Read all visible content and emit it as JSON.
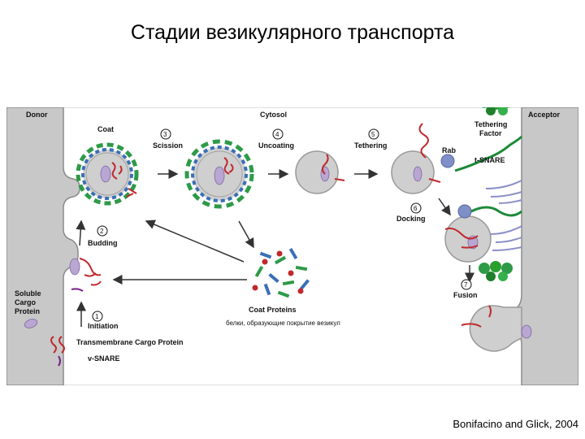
{
  "title": "Стадии везикулярного транспорта",
  "citation": "Bonifacino and Glick, 2004",
  "diagram": {
    "compartments": {
      "donor": "Donor",
      "cytosol": "Cytosol",
      "acceptor": "Acceptor"
    },
    "stages": [
      {
        "number": "1",
        "label": "Initiation"
      },
      {
        "number": "2",
        "label": "Budding"
      },
      {
        "number": "3",
        "label": "Scission"
      },
      {
        "number": "4",
        "label": "Uncoating"
      },
      {
        "number": "5",
        "label": "Tethering"
      },
      {
        "number": "6",
        "label": "Docking"
      },
      {
        "number": "7",
        "label": "Fusion"
      }
    ],
    "labels": {
      "coat": "Coat",
      "rab": "Rab",
      "tethering_factor_line1": "Tethering",
      "tethering_factor_line2": "Factor",
      "t_snare": "t-SNARE",
      "v_snare": "v-SNARE",
      "soluble_cargo_line1": "Soluble",
      "soluble_cargo_line2": "Cargo",
      "soluble_cargo_line3": "Protein",
      "transmembrane_cargo": "Transmembrane Cargo Protein",
      "coat_proteins": "Coat Proteins",
      "coat_proteins_ru": "белки, образующие покрытие везикул"
    },
    "colors": {
      "membrane": "#c8c8c8",
      "membrane_edge": "#8a8a8a",
      "coat_green": "#2e9a48",
      "coat_blue": "#3a6fb6",
      "cargo_red": "#c0282c",
      "soluble_cargo": "#b9a6d3",
      "rab": "#7f8fc8",
      "tether_green": "#1d8a3a",
      "tsnare": "#8c8fc8",
      "arrow": "#333333"
    }
  }
}
